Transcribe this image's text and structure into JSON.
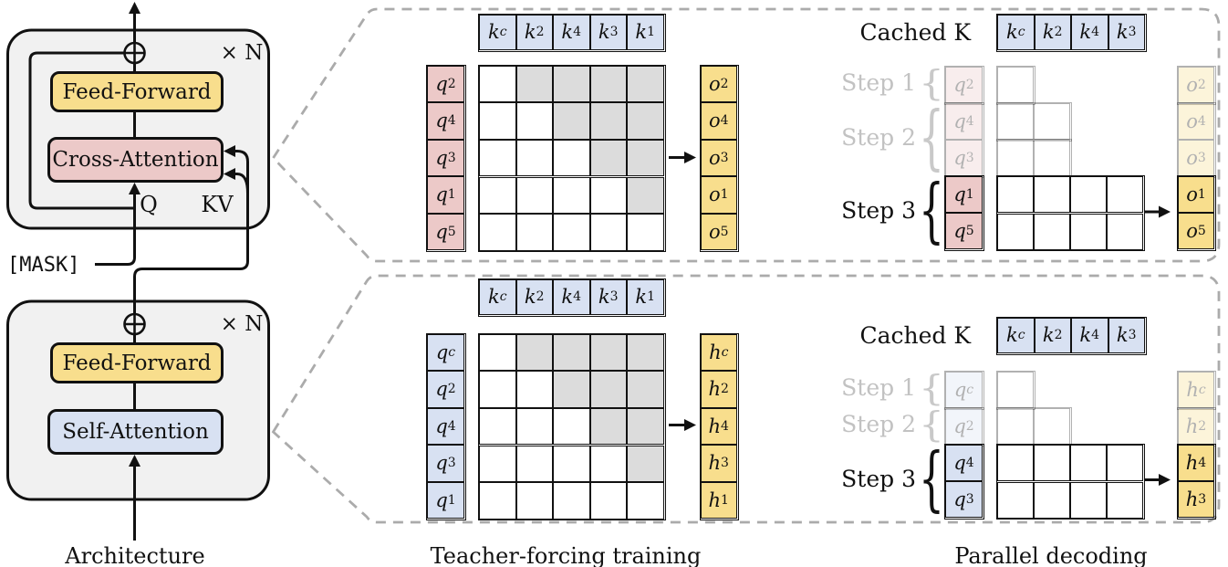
{
  "colors": {
    "yellow": "#F8DE8D",
    "pink": "#ECC9C8",
    "blue": "#D8E1F2",
    "mask_gray": "#DCDCDC",
    "block_bg": "#F1F1F1",
    "line": "#111111",
    "dashed_border": "#ABABAB",
    "faded_text": "#C2C2C2"
  },
  "architecture": {
    "caption": "Architecture",
    "mask_token": "[MASK]",
    "top_block": {
      "repeat": "× N",
      "feed_forward": "Feed-Forward",
      "attention": "Cross-Attention",
      "q": "Q",
      "kv": "KV"
    },
    "bottom_block": {
      "repeat": "× N",
      "feed_forward": "Feed-Forward",
      "attention": "Self-Attention"
    }
  },
  "training": {
    "caption": "Teacher-forcing training",
    "top": {
      "keys": [
        "k|c",
        "k|2",
        "k|4",
        "k|3",
        "k|1"
      ],
      "queries": [
        "q|2",
        "q|4",
        "q|3",
        "q|1",
        "q|5"
      ],
      "outputs": [
        "o|2",
        "o|4",
        "o|3",
        "o|1",
        "o|5"
      ],
      "unmasked_per_row": [
        1,
        2,
        3,
        4,
        5
      ]
    },
    "bottom": {
      "keys": [
        "k|c",
        "k|2",
        "k|4",
        "k|3",
        "k|1"
      ],
      "queries": [
        "q|c",
        "q|2",
        "q|4",
        "q|3",
        "q|1"
      ],
      "outputs": [
        "h|c",
        "h|2",
        "h|4",
        "h|3",
        "h|1"
      ],
      "unmasked_per_row": [
        1,
        2,
        3,
        4,
        5
      ]
    }
  },
  "decoding": {
    "caption": "Parallel decoding",
    "brace": "{",
    "top": {
      "cached_k": "Cached K",
      "keys": [
        "k|c",
        "k|2",
        "k|4",
        "k|3"
      ],
      "q_color": "pink",
      "steps": [
        {
          "label": "Step 1",
          "faded": true,
          "rows": [
            {
              "q": "q|2",
              "cells": 1,
              "out": "o|2"
            }
          ]
        },
        {
          "label": "Step 2",
          "faded": true,
          "rows": [
            {
              "q": "q|4",
              "cells": 2,
              "out": "o|4"
            },
            {
              "q": "q|3",
              "cells": 2,
              "out": "o|3"
            }
          ]
        },
        {
          "label": "Step 3",
          "faded": false,
          "rows": [
            {
              "q": "q|1",
              "cells": 4,
              "out": "o|1"
            },
            {
              "q": "q|5",
              "cells": 4,
              "out": "o|5"
            }
          ]
        }
      ]
    },
    "bottom": {
      "cached_k": "Cached K",
      "keys": [
        "k|c",
        "k|2",
        "k|4",
        "k|3"
      ],
      "q_color": "blue",
      "steps": [
        {
          "label": "Step 1",
          "faded": true,
          "rows": [
            {
              "q": "q|c",
              "cells": 1,
              "out": "h|c"
            }
          ]
        },
        {
          "label": "Step 2",
          "faded": true,
          "rows": [
            {
              "q": "q|2",
              "cells": 2,
              "out": "h|2"
            }
          ]
        },
        {
          "label": "Step 3",
          "faded": false,
          "rows": [
            {
              "q": "q|4",
              "cells": 4,
              "out": "h|4"
            },
            {
              "q": "q|3",
              "cells": 4,
              "out": "h|3"
            }
          ]
        }
      ]
    }
  }
}
